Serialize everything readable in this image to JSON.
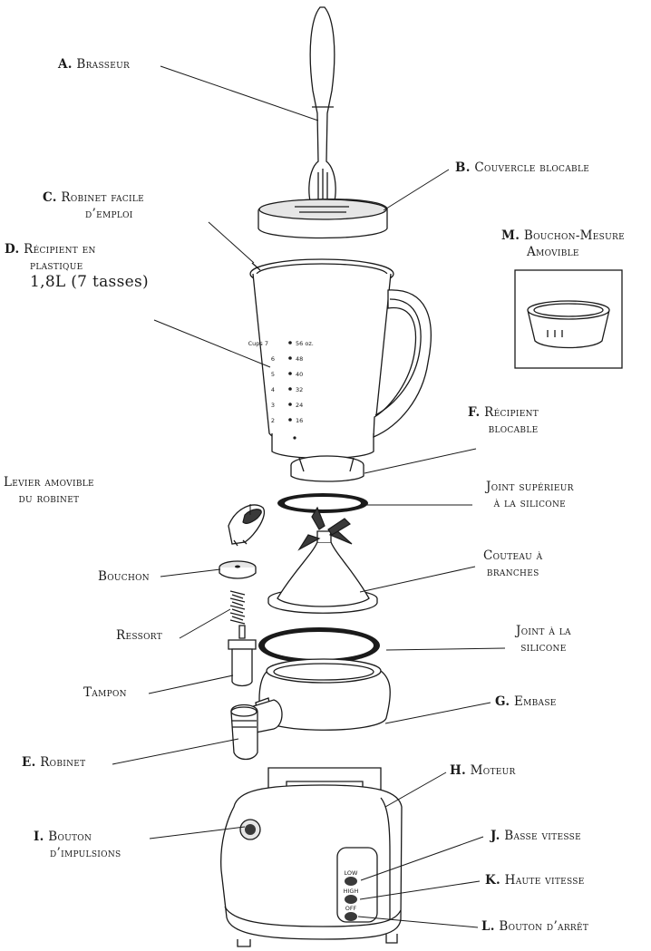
{
  "labels": {
    "a": {
      "letter": "A.",
      "text": "Brasseur"
    },
    "b": {
      "letter": "B.",
      "text": "Couvercle blocable"
    },
    "c": {
      "letter": "C.",
      "text1": "Robinet facile",
      "text2": "d’emploi"
    },
    "d": {
      "letter": "D.",
      "text1": "Récipient en",
      "text2": "plastique",
      "text3": "1,8L (7 tasses)"
    },
    "m": {
      "letter": "M.",
      "text1": "Bouchon-Mesure",
      "text2": "Amovible"
    },
    "f": {
      "letter": "F.",
      "text1": "Récipient",
      "text2": "blocable"
    },
    "joint_sup": {
      "text1": "Joint supérieur",
      "text2": "à la silicone"
    },
    "levier": {
      "text1": "Levier amovible",
      "text2": "du robinet"
    },
    "couteau": {
      "text1": "Couteau à",
      "text2": "branches"
    },
    "bouchon": {
      "text": "Bouchon"
    },
    "ressort": {
      "text": "Ressort"
    },
    "joint": {
      "text1": "Joint à la",
      "text2": "silicone"
    },
    "tampon": {
      "text": "Tampon"
    },
    "g": {
      "letter": "G.",
      "text": "Embase"
    },
    "e": {
      "letter": "E.",
      "text": "Robinet"
    },
    "h": {
      "letter": "H.",
      "text": "Moteur"
    },
    "i": {
      "letter": "I.",
      "text1": "Bouton",
      "text2": "d’impulsions"
    },
    "j": {
      "letter": "J.",
      "text": "Basse vitesse"
    },
    "k": {
      "letter": "K.",
      "text": "Haute vitesse"
    },
    "l": {
      "letter": "L.",
      "text": "Bouton d’arrêt"
    }
  },
  "jar_scale": [
    {
      "cups": "Cups 7",
      "oz": "56 oz."
    },
    {
      "cups": "6",
      "oz": "48"
    },
    {
      "cups": "5",
      "oz": "40"
    },
    {
      "cups": "4",
      "oz": "32"
    },
    {
      "cups": "3",
      "oz": "24"
    },
    {
      "cups": "2",
      "oz": "16"
    }
  ],
  "control_buttons": [
    "LOW",
    "HIGH",
    "OFF"
  ]
}
